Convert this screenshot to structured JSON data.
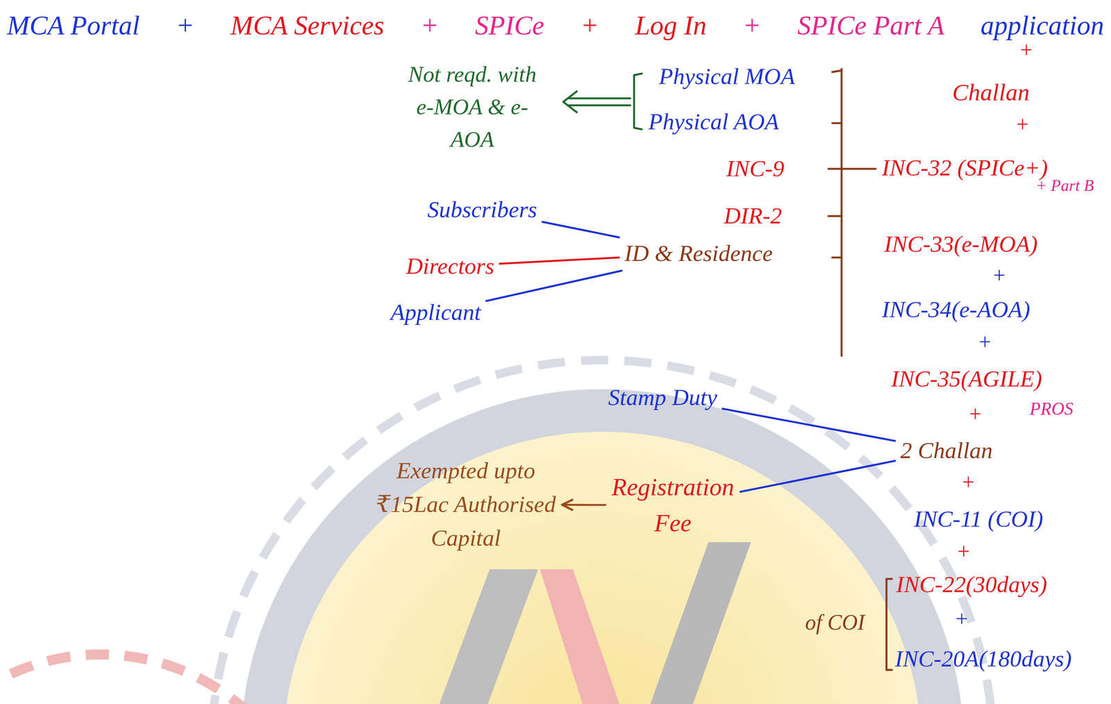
{
  "diagram": {
    "nodes": [
      {
        "text": [
          "ID & Residence"
        ]
      },
      {
        "text": [
          "Subscribers"
        ]
      },
      {
        "text": [
          "Directors"
        ]
      },
      {
        "text": [
          "Applicant"
        ]
      },
      {
        "text": [
          "Stamp Duty"
        ]
      },
      {
        "text": [
          "Registration Fee"
        ]
      },
      {
        "text": [
          "2 Challan"
        ]
      },
      {
        "text": [
          "Exempted upto ₹15Lac Authorised Capital"
        ]
      }
    ],
    "edges": [
      {
        "from": 1,
        "to": 0,
        "arrow": "none"
      },
      {
        "from": 2,
        "to": 0,
        "arrow": "none"
      },
      {
        "from": 3,
        "to": 0,
        "arrow": "none"
      },
      {
        "from": 4,
        "to": 6,
        "arrow": "none"
      },
      {
        "from": 5,
        "to": 6,
        "arrow": "none"
      },
      {
        "from": 5,
        "to": 7,
        "arrow": "to"
      }
    ],
    "labels": [
      "MCA Portal",
      "+",
      "MCA Services",
      "+",
      "SPICe",
      "+",
      "Log In",
      "+",
      "SPICe Part A",
      "application",
      "+",
      "Challan",
      "+",
      "INC-32 (SPICe+)",
      "+ Part B",
      "INC-33(e-MOA)",
      "+",
      "INC-34(e-AOA)",
      "+",
      "INC-35(AGILE)",
      "+",
      "PROS",
      "+",
      "INC-11 (COI)",
      "+",
      "INC-22(30days)",
      "+",
      "INC-20A(180days)",
      "of COI",
      "Physical MOA",
      "Physical AOA",
      "INC-9",
      "DIR-2",
      "Not reqd. with e-MOA & e-AOA"
    ]
  }
}
